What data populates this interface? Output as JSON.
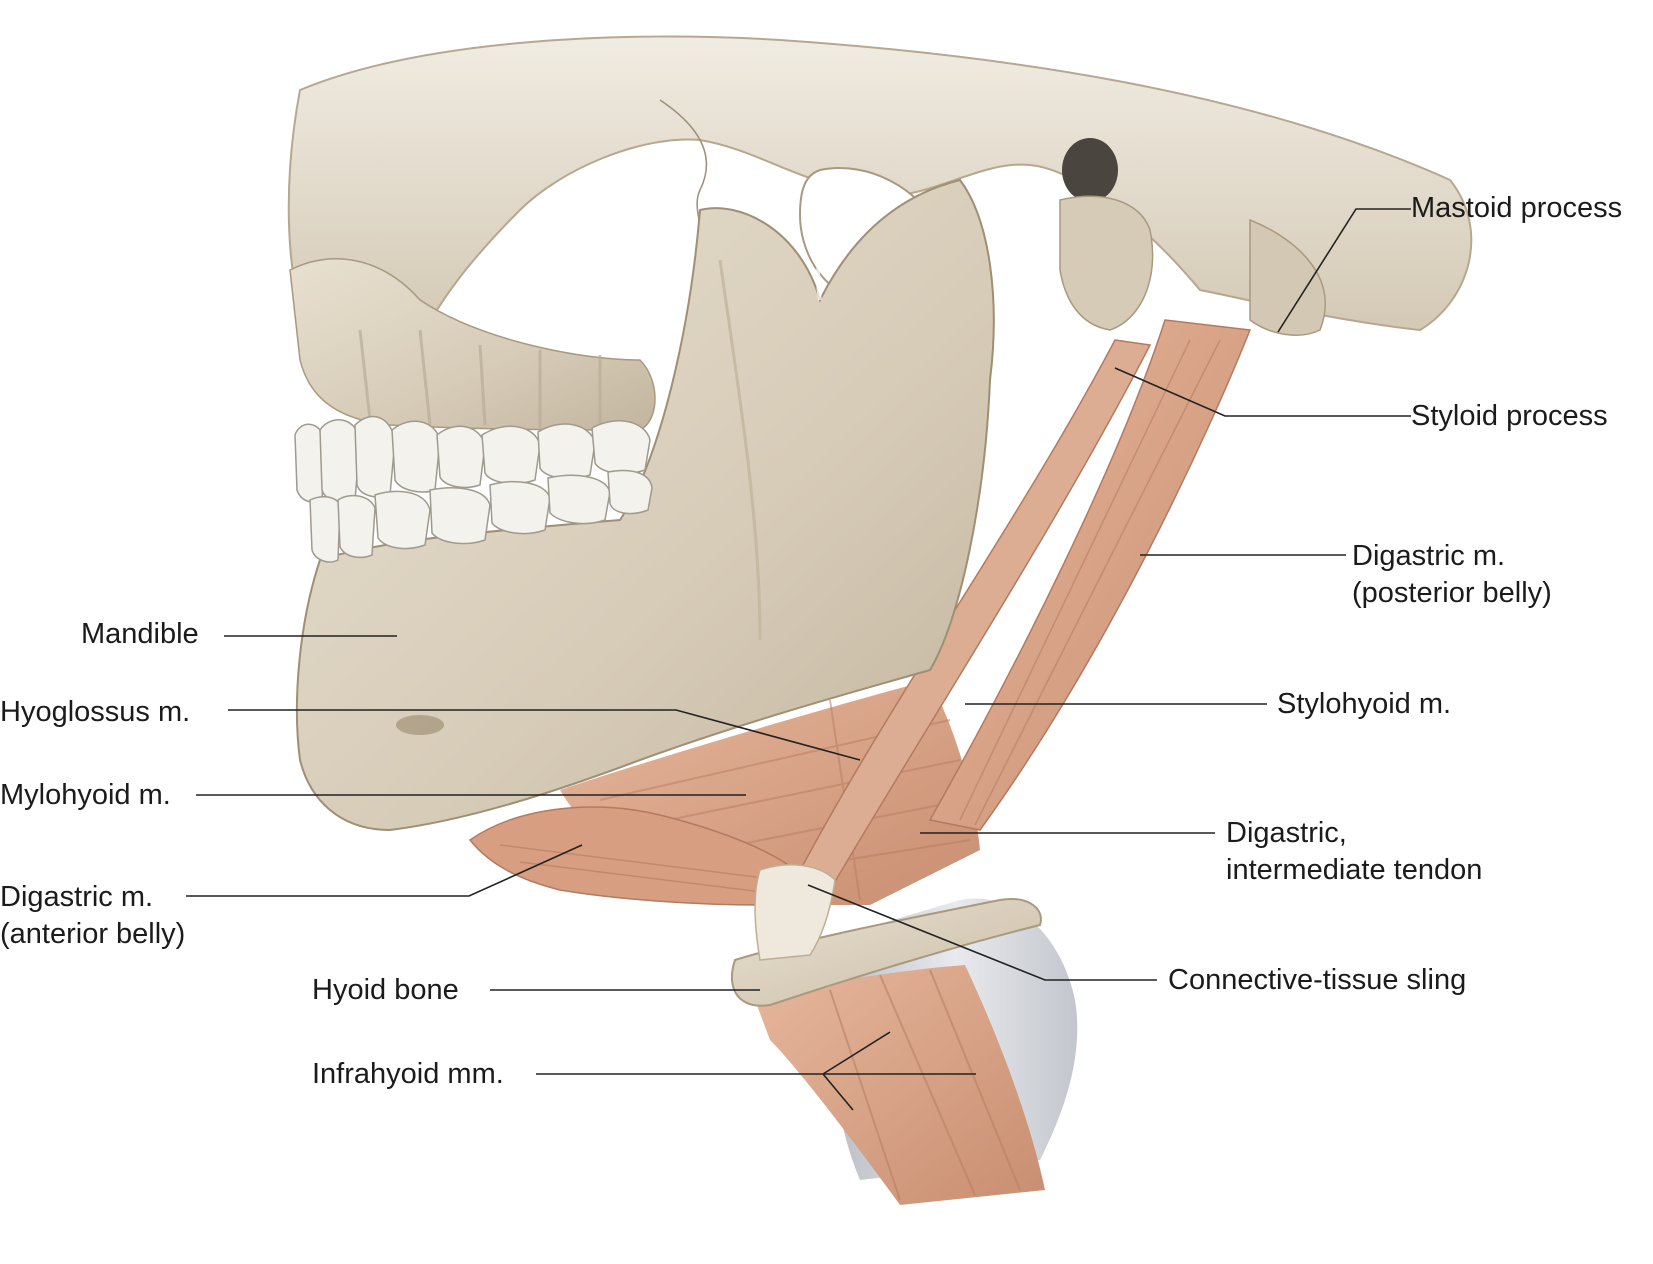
{
  "labels": {
    "mastoid_process": "Mastoid process",
    "styloid_process": "Styloid process",
    "digastric_posterior_1": "Digastric m.",
    "digastric_posterior_2": "(posterior belly)",
    "mandible": "Mandible",
    "stylohyoid": "Stylohyoid m.",
    "hyoglossus": "Hyoglossus m.",
    "mylohyoid": "Mylohyoid m.",
    "digastric_tendon_1": "Digastric,",
    "digastric_tendon_2": "intermediate tendon",
    "digastric_anterior_1": "Digastric m.",
    "digastric_anterior_2": "(anterior belly)",
    "connective_sling": "Connective-tissue sling",
    "hyoid_bone": "Hyoid bone",
    "infrahyoid": "Infrahyoid mm."
  },
  "colors": {
    "bone": "#d9cfbd",
    "bone_shadow": "#b3a58f",
    "muscle": "#d9a58a",
    "muscle_dark": "#b97e63",
    "tooth": "#f4f2ec",
    "cartilage": "#c9ccd2",
    "leader": "#222222"
  }
}
